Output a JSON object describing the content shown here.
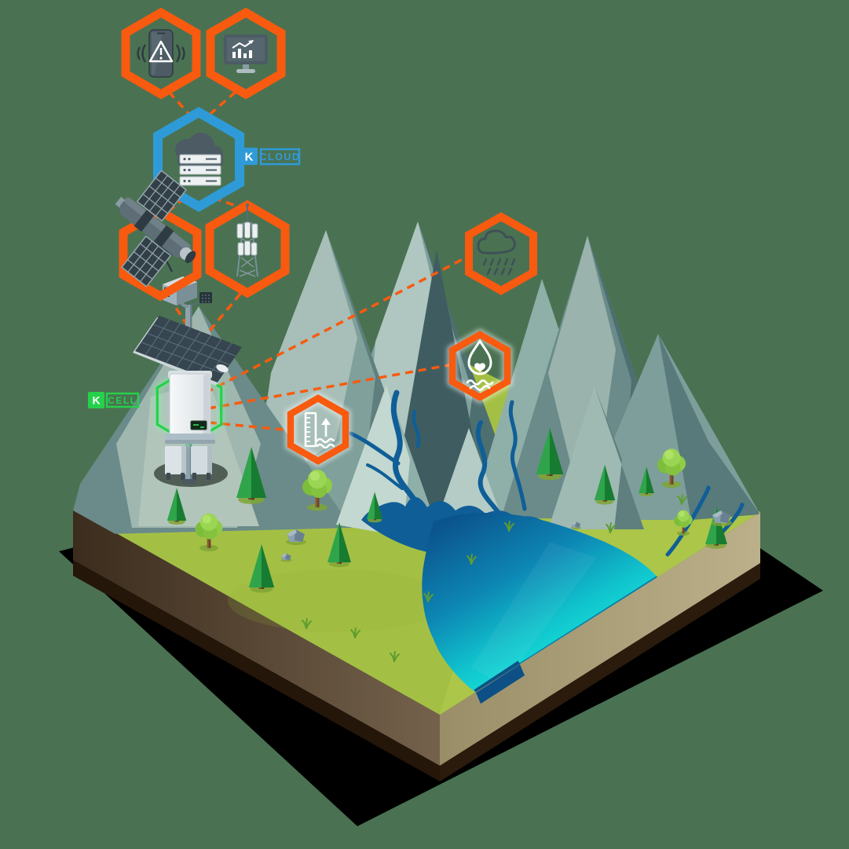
{
  "badges": {
    "cloud": {
      "k": "K",
      "text": "CLOUD",
      "color": "#2E9BD8"
    },
    "cell": {
      "k": "K",
      "text": "CELL",
      "color": "#25D14A"
    }
  },
  "colors": {
    "background": "#4A7252",
    "accent_orange": "#F85A0F",
    "accent_blue": "#2E9BD8",
    "accent_green": "#25D14A",
    "river_blue": "#0F5E97",
    "lake_cyan": "#1AF2E2",
    "grass_green": "#A4C044"
  },
  "nodes": [
    {
      "id": "mobile-alert",
      "icon": "phone-alert-icon",
      "ring": "#F85A0F"
    },
    {
      "id": "dashboard",
      "icon": "monitor-chart-icon",
      "ring": "#F85A0F"
    },
    {
      "id": "cloud-server",
      "icon": "cloud-server-icon",
      "ring": "#2E9BD8",
      "badge": "K CLOUD"
    },
    {
      "id": "satellite-link",
      "icon": "satellite-dish-icon",
      "ring": "#F85A0F"
    },
    {
      "id": "cell-tower",
      "icon": "cell-tower-icon",
      "ring": "#F85A0F"
    },
    {
      "id": "precipitation",
      "icon": "rain-cloud-icon",
      "ring": "#F85A0F"
    },
    {
      "id": "water-quality",
      "icon": "water-drop-heart-icon",
      "ring": "#F85A0F"
    },
    {
      "id": "water-level",
      "icon": "water-level-gauge-icon",
      "ring": "#F85A0F"
    },
    {
      "id": "monitoring-station",
      "icon": "solar-telemetry-station",
      "ring": "#25D14A",
      "badge": "K CELL"
    }
  ],
  "connections": [
    {
      "from": "mobile-alert",
      "to": "cloud-server"
    },
    {
      "from": "dashboard",
      "to": "cloud-server"
    },
    {
      "from": "cloud-server",
      "to": "satellite-link"
    },
    {
      "from": "cloud-server",
      "to": "cell-tower"
    },
    {
      "from": "satellite-link",
      "to": "monitoring-station"
    },
    {
      "from": "cell-tower",
      "to": "monitoring-station"
    },
    {
      "from": "monitoring-station",
      "to": "precipitation"
    },
    {
      "from": "monitoring-station",
      "to": "water-quality"
    },
    {
      "from": "monitoring-station",
      "to": "water-level"
    }
  ]
}
